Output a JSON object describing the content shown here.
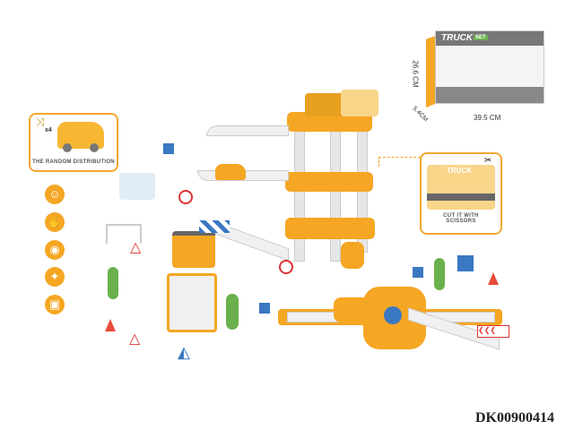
{
  "random_card": {
    "count_label": "x4",
    "caption": "THE RANDOM DISTRIBUTION",
    "icon": "shuffle-icon"
  },
  "features": [
    {
      "icon": "face-icon"
    },
    {
      "icon": "hand-icon"
    },
    {
      "icon": "eye-icon"
    },
    {
      "icon": "star-icon"
    },
    {
      "icon": "gift-icon"
    }
  ],
  "box": {
    "title": "TRUCK",
    "title_badge": "SET",
    "height_label": "26.6 CM",
    "depth_label": "5.4CM",
    "width_label": "39.5 CM"
  },
  "cutout_card": {
    "title": "TRUCK",
    "caption": "CUT IT WITH SCISSORS",
    "icon": "scissors-icon"
  },
  "product_code": "DK00900414",
  "colors": {
    "accent": "#f5a623",
    "border": "#f0a830"
  }
}
